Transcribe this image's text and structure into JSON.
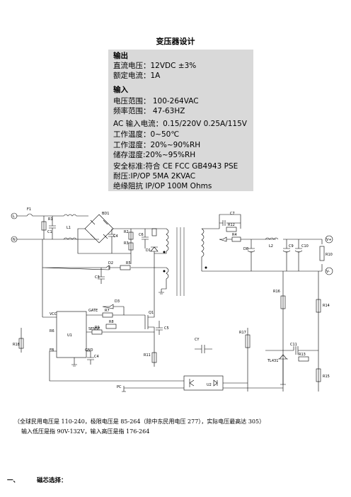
{
  "doc": {
    "title": "变压器设计",
    "specs": {
      "output_heading": "输出",
      "output_voltage": "直流电压：12VDC ±3%",
      "output_current": "额定电流：1A",
      "input_heading": "输入",
      "input_range": "电压范围： 100-264VAC",
      "input_freq": "频率范围： 47-63HZ",
      "ac_current": "AC 输入电流：0.15/220V 0.25A/115V",
      "op_temp": "工作温度：0~50℃",
      "op_humidity": "工作湿度：20%~90%RH",
      "storage_humidity": "储存湿度:20%~95%RH",
      "safety": "安全标准:符合 CE FCC GB4943 PSE",
      "withstand": "耐压:IP/OP 5MA 2KVAC",
      "insulation": "绝缘阻抗  IP/OP 100M Ohms"
    },
    "schematic": {
      "labels": {
        "L": "L",
        "N": "N",
        "F1": "F1",
        "R1": "R1",
        "C1": "C1",
        "L1": "L1",
        "BD1": "BD1",
        "R2": "R2",
        "R3": "R3",
        "C4": "C4",
        "C6": "C6",
        "D1": "D1",
        "C7": "C7",
        "R12": "R12",
        "R4": "R4",
        "D8": "D8",
        "L2": "L2",
        "C9": "C9",
        "C10": "C10",
        "Vplus": "V+",
        "Vminus": "V-",
        "R10": "R10",
        "D2": "D2",
        "R5": "R5",
        "C3": "C3",
        "R16": "R16",
        "R14": "R14",
        "VCC": "VCC",
        "GATE": "GATE",
        "R7": "R7",
        "D3": "D3",
        "Q1": "Q1",
        "C5": "C5",
        "R9": "R9",
        "SENSE": "SENSE",
        "R8": "R8",
        "U1": "U1",
        "R6": "R6",
        "GND": "GND",
        "FB": "FB",
        "C4b": "C4",
        "R17": "R17",
        "CY": "CY",
        "C11": "C11",
        "R15b": "R15",
        "TL431": "TL431",
        "R13": "R13",
        "R18": "R18",
        "PC": "PC",
        "U2": "U2",
        "R11": "R11"
      }
    },
    "note_line1": "（全球民用电压是 110-240，极限电压是 85-264（除中东民用电压 277），实际电压最高达 305）",
    "note_line2": "输入低压是指 90V-132V，输入高压是指 176-264",
    "section_num": "一、",
    "section_title": "磁芯选择："
  }
}
